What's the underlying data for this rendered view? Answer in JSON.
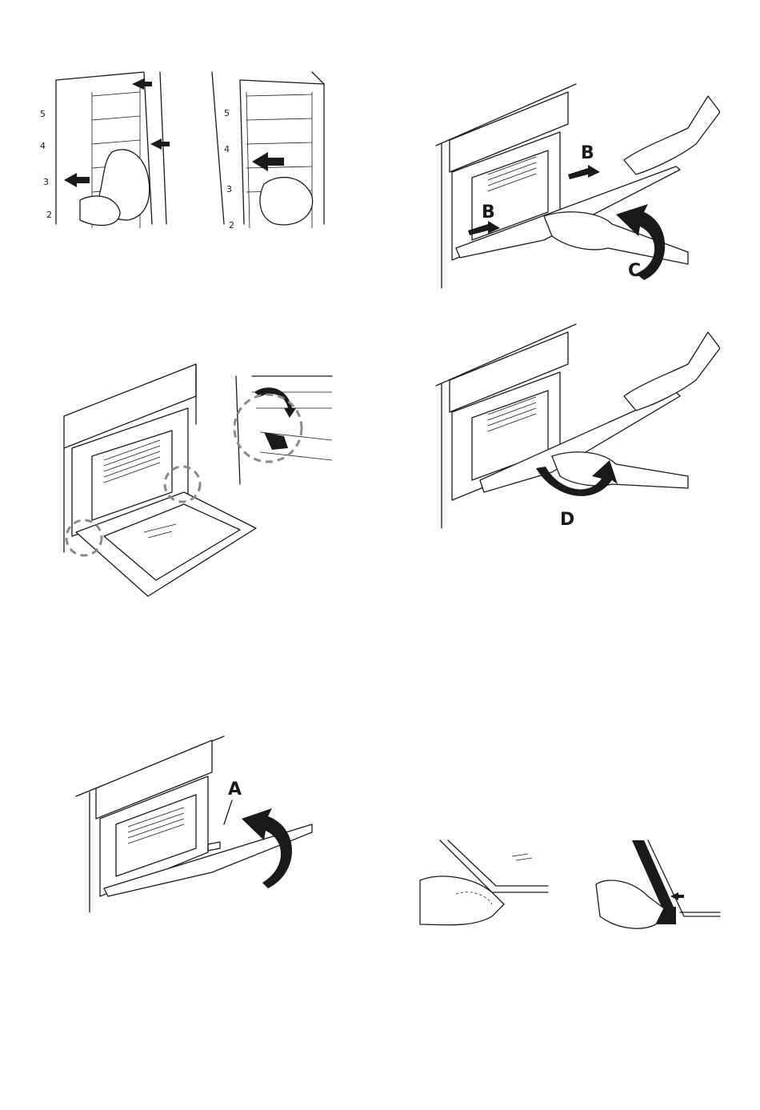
{
  "figures": {
    "rack_removal": {
      "left_numbers": [
        "5",
        "4",
        "3",
        "2"
      ],
      "right_numbers": [
        "5",
        "4",
        "3",
        "2"
      ]
    },
    "door_hinges": {},
    "door_lift": {
      "label_a": "A"
    },
    "door_tilt": {
      "label_b_top": "B",
      "label_b_bottom": "B",
      "label_c": "C"
    },
    "door_rotate": {
      "label_d": "D"
    },
    "glass_panel": {}
  }
}
